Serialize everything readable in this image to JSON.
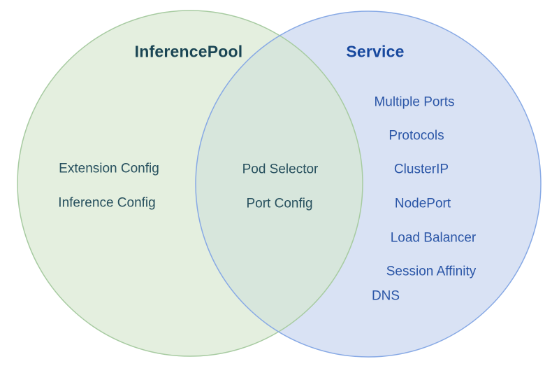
{
  "venn": {
    "left": {
      "title": "InferencePool",
      "items": [
        "Extension Config",
        "Inference Config"
      ]
    },
    "intersection": {
      "items": [
        "Pod Selector",
        "Port Config"
      ]
    },
    "right": {
      "title": "Service",
      "items": [
        "Multiple Ports",
        "Protocols",
        "ClusterIP",
        "NodePort",
        "Load Balancer",
        "Session Affinity",
        "DNS"
      ]
    },
    "colors": {
      "left_fill": "#e4efdf",
      "left_stroke": "#a7cba1",
      "right_fill": "#d9e2f4",
      "right_stroke": "#87a9e5",
      "overlap_fill": "#d7e6dc",
      "left_title_text": "#1a4554",
      "left_item_text": "#27505e",
      "right_title_text": "#17489e",
      "right_item_text": "#2b56a7"
    }
  }
}
